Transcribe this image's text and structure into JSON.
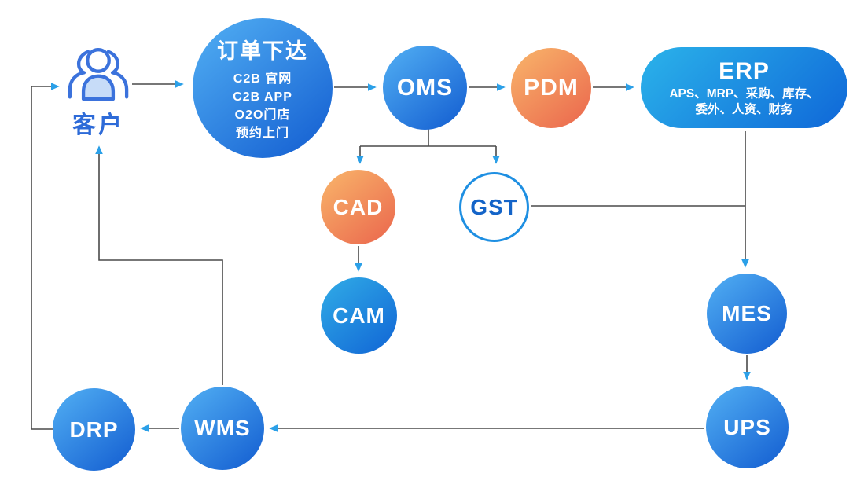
{
  "diagram": {
    "customer": {
      "label": "客户"
    },
    "order": {
      "title": "订单下达",
      "lines": [
        "C2B 官网",
        "C2B APP",
        "O2O门店",
        "预约上门"
      ]
    },
    "oms": {
      "label": "OMS"
    },
    "pdm": {
      "label": "PDM"
    },
    "erp": {
      "title": "ERP",
      "subtitle": [
        "APS、MRP、采购、库存、",
        "委外、人资、财务"
      ]
    },
    "cad": {
      "label": "CAD"
    },
    "gst": {
      "label": "GST"
    },
    "cam": {
      "label": "CAM"
    },
    "mes": {
      "label": "MES"
    },
    "ups": {
      "label": "UPS"
    },
    "wms": {
      "label": "WMS"
    },
    "drp": {
      "label": "DRP"
    }
  },
  "colors": {
    "node_blue_gradient_start": "#4FACF2",
    "node_blue_gradient_end": "#1560D2",
    "erp_gradient_start": "#2BB3EA",
    "erp_gradient_end": "#0F67D8",
    "node_orange_gradient_start": "#F8B269",
    "node_orange_gradient_end": "#EB694E",
    "gst_border": "#1E8FE2",
    "gst_text": "#1464C8",
    "customer_label_text": "#2E6BD8",
    "customer_icon_stroke": "#3B72DC",
    "customer_icon_fill": "#C7DCF8",
    "connector_line": "#4A4A4A",
    "arrowhead": "#2BA0E8"
  }
}
